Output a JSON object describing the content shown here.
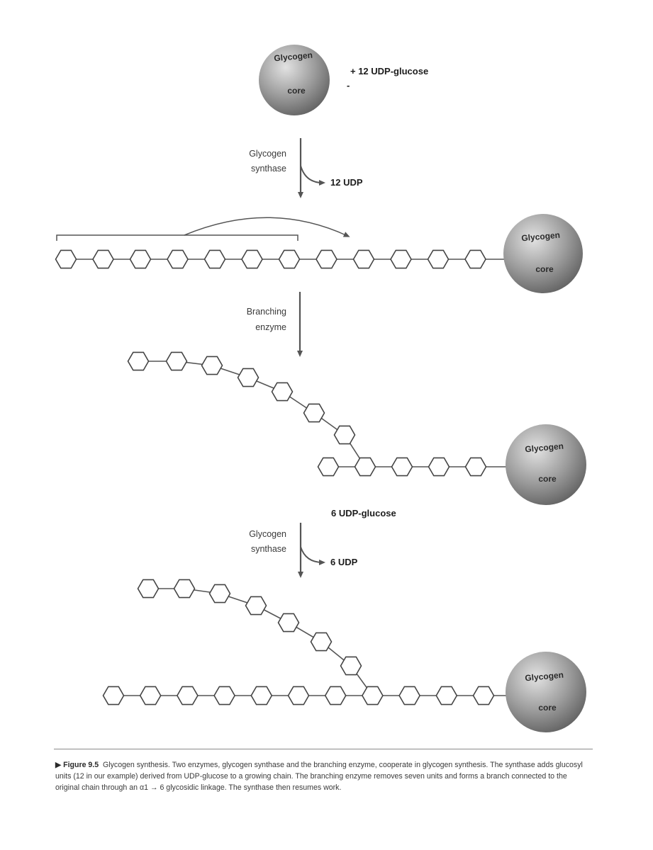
{
  "stage1": {
    "core_top": "Glycogen",
    "core_bottom": "core",
    "reactant": "+ 12 UDP-glucose",
    "enzyme_line1": "Glycogen",
    "enzyme_line2": "synthase",
    "product": "12 UDP"
  },
  "stage2": {
    "core_top": "Glycogen",
    "core_bottom": "core",
    "enzyme_line1": "Branching",
    "enzyme_line2": "enzyme"
  },
  "stage3": {
    "core_top": "Glycogen",
    "core_bottom": "core",
    "reactant": "6 UDP-glucose",
    "enzyme_line1": "Glycogen",
    "enzyme_line2": "synthase",
    "product": "6 UDP"
  },
  "stage4": {
    "core_top": "Glycogen",
    "core_bottom": "core"
  },
  "caption": {
    "label": "Figure 9.5",
    "text": "Glycogen synthesis. Two enzymes, glycogen synthase and the branching enzyme, cooperate in glycogen synthesis. The synthase adds glucosyl units (12 in our example) derived from UDP-glucose to a growing chain. The branching enzyme removes seven units and forms a branch connected to the original chain through an α1 → 6 glycosidic linkage. The synthase then resumes work."
  }
}
